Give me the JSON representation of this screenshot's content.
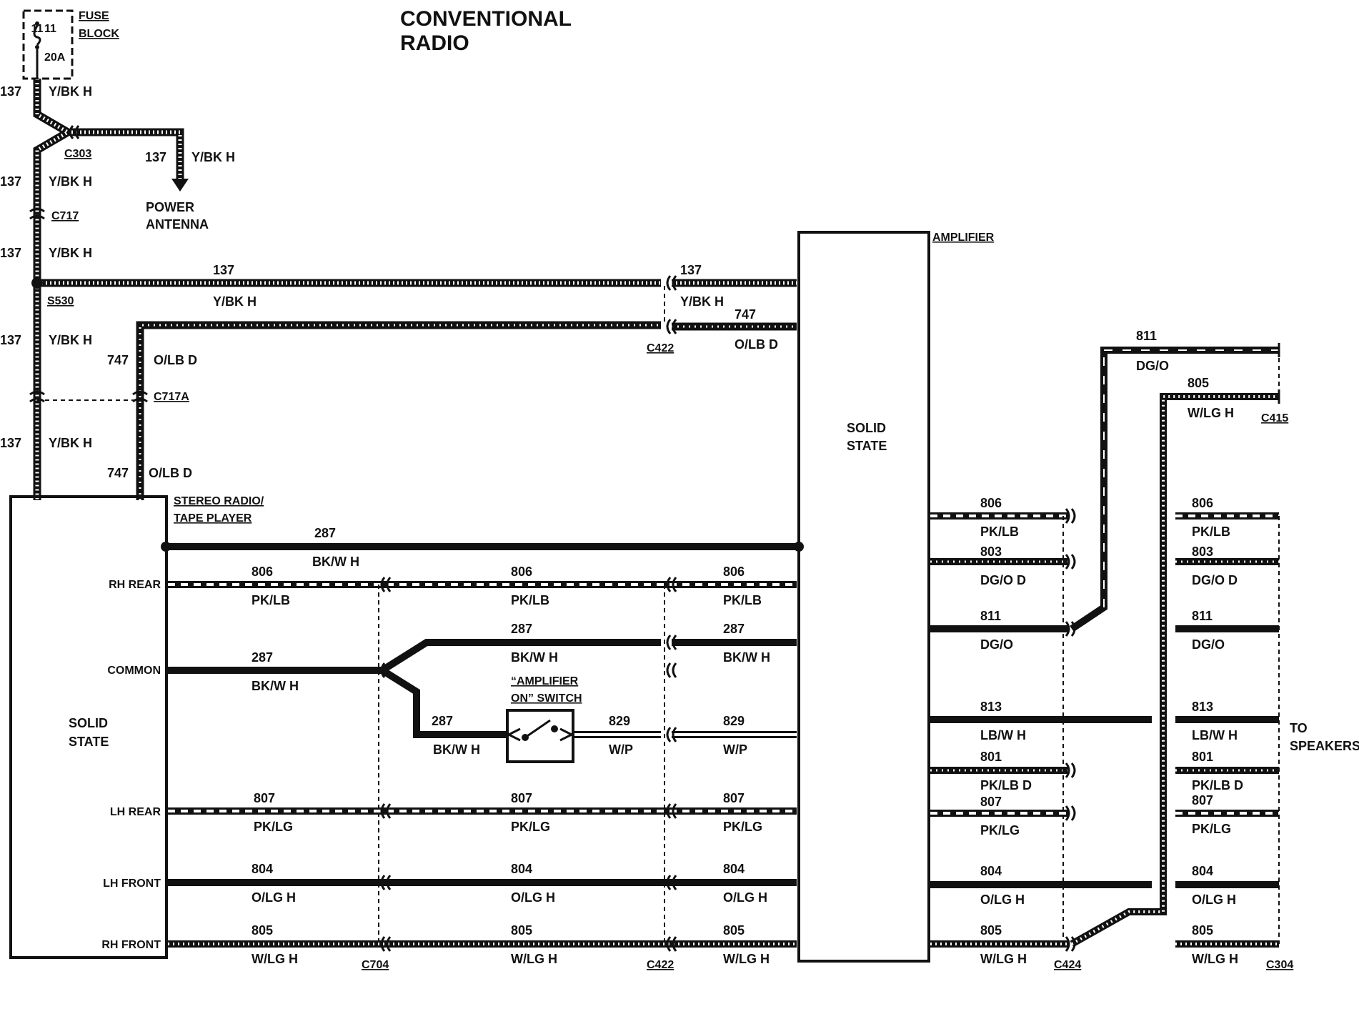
{
  "title": [
    "CONVENTIONAL",
    "RADIO"
  ],
  "fuse": {
    "num": "11",
    "amp": "20A",
    "label1": "FUSE",
    "label2": "BLOCK"
  },
  "connectors": {
    "c303": "C303",
    "c717": "C717",
    "s530": "S530",
    "c717a": "C717A",
    "c422_top": "C422",
    "c704": "C704",
    "c422": "C422",
    "c424": "C424",
    "c304": "C304",
    "c415": "C415"
  },
  "antenna": {
    "line1": "POWER",
    "line2": "ANTENNA"
  },
  "modules": {
    "radio_line1": "STEREO RADIO/",
    "radio_line2": "TAPE PLAYER",
    "radio_ss1": "SOLID",
    "radio_ss2": "STATE",
    "amp": "AMPLIFIER",
    "amp_ss1": "SOLID",
    "amp_ss2": "STATE"
  },
  "pins": {
    "rh_rear": "RH REAR",
    "common": "COMMON",
    "lh_rear": "LH REAR",
    "lh_front": "LH FRONT",
    "rh_front": "RH FRONT"
  },
  "switch": {
    "line1": "“AMPLIFIER",
    "line2": "ON” SWITCH"
  },
  "speakers": {
    "line1": "TO",
    "line2": "SPEAKERS"
  },
  "circuits": {
    "n137": "137",
    "c137": "Y/BK H",
    "n747": "747",
    "c747": "O/LB D",
    "n287": "287",
    "c287": "BK/W H",
    "n806": "806",
    "c806": "PK/LB",
    "n829": "829",
    "c829": "W/P",
    "n807": "807",
    "c807": "PK/LG",
    "n804": "804",
    "c804": "O/LG H",
    "n805": "805",
    "c805": "W/LG H",
    "n803": "803",
    "c803": "DG/O D",
    "n811": "811",
    "c811": "DG/O",
    "n813": "813",
    "c813": "LB/W H",
    "n801": "801",
    "c801": "PK/LB D"
  },
  "styles": {
    "ink": "#111111",
    "paper": "#ffffff"
  }
}
